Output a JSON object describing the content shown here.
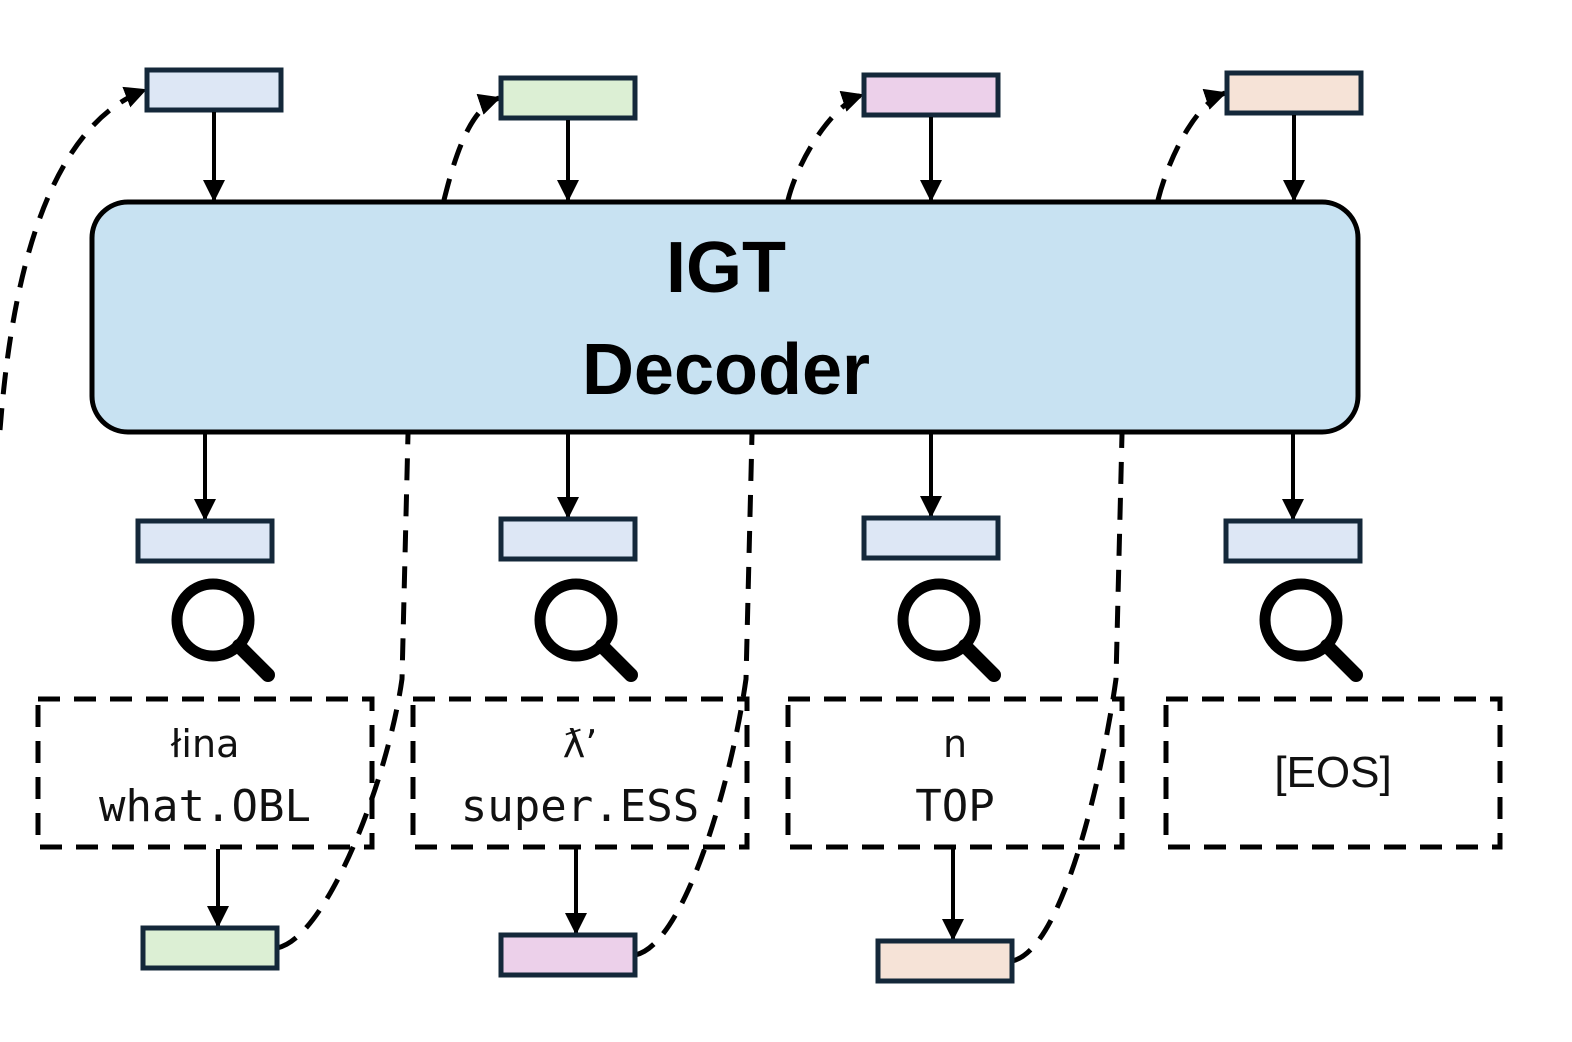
{
  "decoder": {
    "title_line1": "IGT",
    "title_line2": "Decoder",
    "fill": "#c8e2f2"
  },
  "steps": [
    {
      "input_color": "#dde7f5",
      "output_color": "#dde7f5",
      "token_source": "łina",
      "token_gloss": "what.OBL",
      "next_color": "#dcefd4",
      "is_eos": false
    },
    {
      "input_color": "#dcefd4",
      "output_color": "#dde7f5",
      "token_source": "ƛ’",
      "token_gloss": "super.ESS",
      "next_color": "#ecd0ea",
      "is_eos": false
    },
    {
      "input_color": "#ecd0ea",
      "output_color": "#dde7f5",
      "token_source": "n",
      "token_gloss": "TOP",
      "next_color": "#f6e3d7",
      "is_eos": false
    },
    {
      "input_color": "#f6e3d7",
      "output_color": "#dde7f5",
      "token_special": "[EOS]",
      "is_eos": true
    }
  ],
  "icons": {
    "retrieval": "search-icon"
  }
}
